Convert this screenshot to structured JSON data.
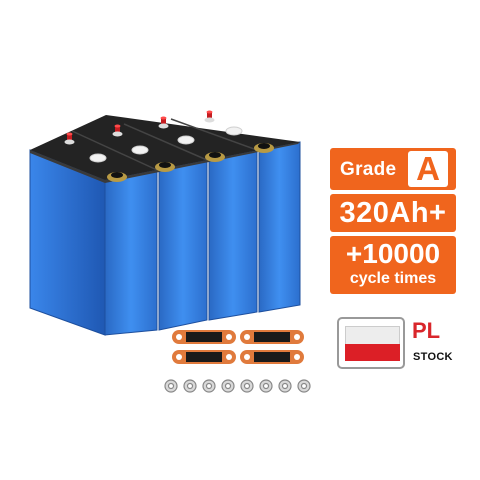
{
  "product": {
    "grade_label": "Grade",
    "grade_value": "A",
    "capacity": "320Ah+",
    "cycle_count": "+10000",
    "cycle_label": "cycle times",
    "stock_country": "PL",
    "stock_label": "STOCK"
  },
  "colors": {
    "badge_orange": "#f0651d",
    "cell_blue": "#2f78d6",
    "flag_red": "#dc1f26",
    "busbar_copper": "#e07a3c"
  },
  "icons": [
    "poland-flag-icon",
    "battery-terminal-icon"
  ]
}
